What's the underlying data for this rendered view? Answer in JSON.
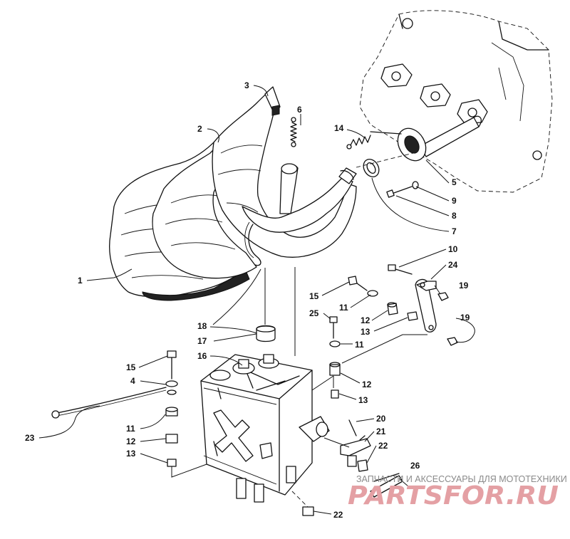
{
  "watermark": {
    "caption": "ЗАПЧАСТИ И АКСЕССУАРЫ ДЛЯ МОТОТЕХНИКИ",
    "logo": "PARTSFOR.RU"
  },
  "callouts": {
    "c1": "1",
    "c2": "2",
    "c3": "3",
    "c4": "4",
    "c5": "5",
    "c6": "6",
    "c7": "7",
    "c8": "8",
    "c9": "9",
    "c10": "10",
    "c11a": "11",
    "c11b": "11",
    "c11c": "11",
    "c12a": "12",
    "c12b": "12",
    "c12c": "12",
    "c13a": "13",
    "c13b": "13",
    "c13c": "13",
    "c14": "14",
    "c15a": "15",
    "c15b": "15",
    "c16": "16",
    "c17": "17",
    "c18": "18",
    "c19a": "19",
    "c19b": "19",
    "c20": "20",
    "c21": "21",
    "c22a": "22",
    "c22b": "22",
    "c23": "23",
    "c24": "24",
    "c25": "25",
    "c26": "26"
  }
}
